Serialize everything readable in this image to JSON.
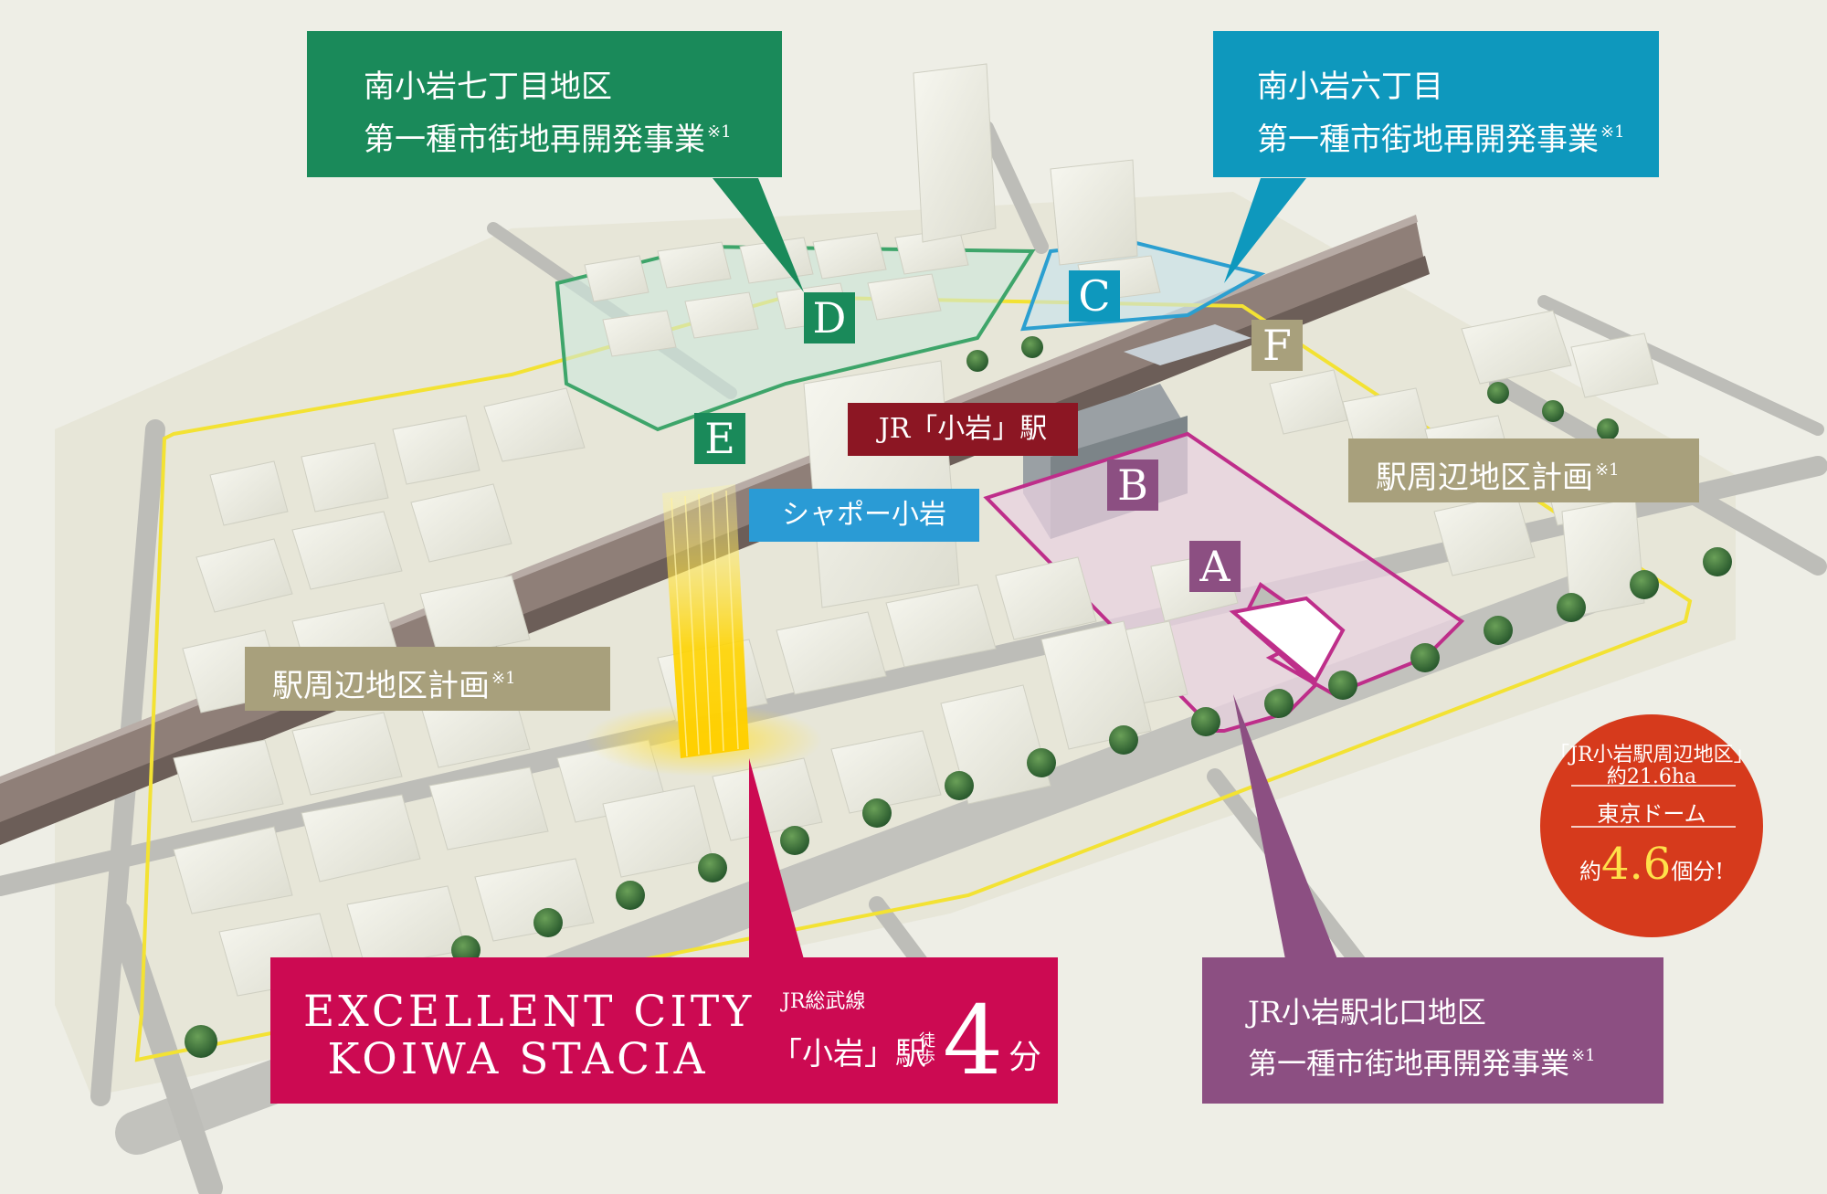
{
  "colors": {
    "green": "#1a8a5a",
    "blue": "#0e98bd",
    "olive": "#a8a07c",
    "plum": "#8c4f82",
    "magenta": "#cc0a52",
    "maroon": "#8c1623",
    "sky": "#2a9bd5",
    "red_circle": "#d63a1c",
    "boundary_yellow": "#f3e233"
  },
  "callouts": {
    "minami7": {
      "line1": "南小岩七丁目地区",
      "line2": "第一種市街地再開発事業",
      "note": "※1"
    },
    "minami6": {
      "line1": "南小岩六丁目",
      "line2": "第一種市街地再開発事業",
      "note": "※1"
    },
    "ekishuhen_right": {
      "label": "駅周辺地区計画",
      "note": "※1"
    },
    "ekishuhen_left": {
      "label": "駅周辺地区計画",
      "note": "※1"
    },
    "kitaguchi": {
      "line1": "JR小岩駅北口地区",
      "line2": "第一種市街地再開発事業",
      "note": "※1"
    }
  },
  "station": {
    "label": "JR「小岩」駅"
  },
  "shapo": {
    "label": "シャポー小岩"
  },
  "badges": {
    "a": "A",
    "b": "B",
    "c": "C",
    "d": "D",
    "e": "E",
    "f": "F"
  },
  "property": {
    "name_line1": "EXCELLENT CITY",
    "name_line2": "KOIWA STACIA",
    "line": "JR総武線",
    "station": "「小岩」駅",
    "walk_label_top": "徒",
    "walk_label_bottom": "歩",
    "minutes": "4",
    "unit": "分"
  },
  "area_circle": {
    "line1": "「JR小岩駅周辺地区」",
    "line2": "約21.6ha",
    "line3": "東京ドーム",
    "prefix": "約",
    "value": "4.6",
    "suffix": "個分!"
  }
}
